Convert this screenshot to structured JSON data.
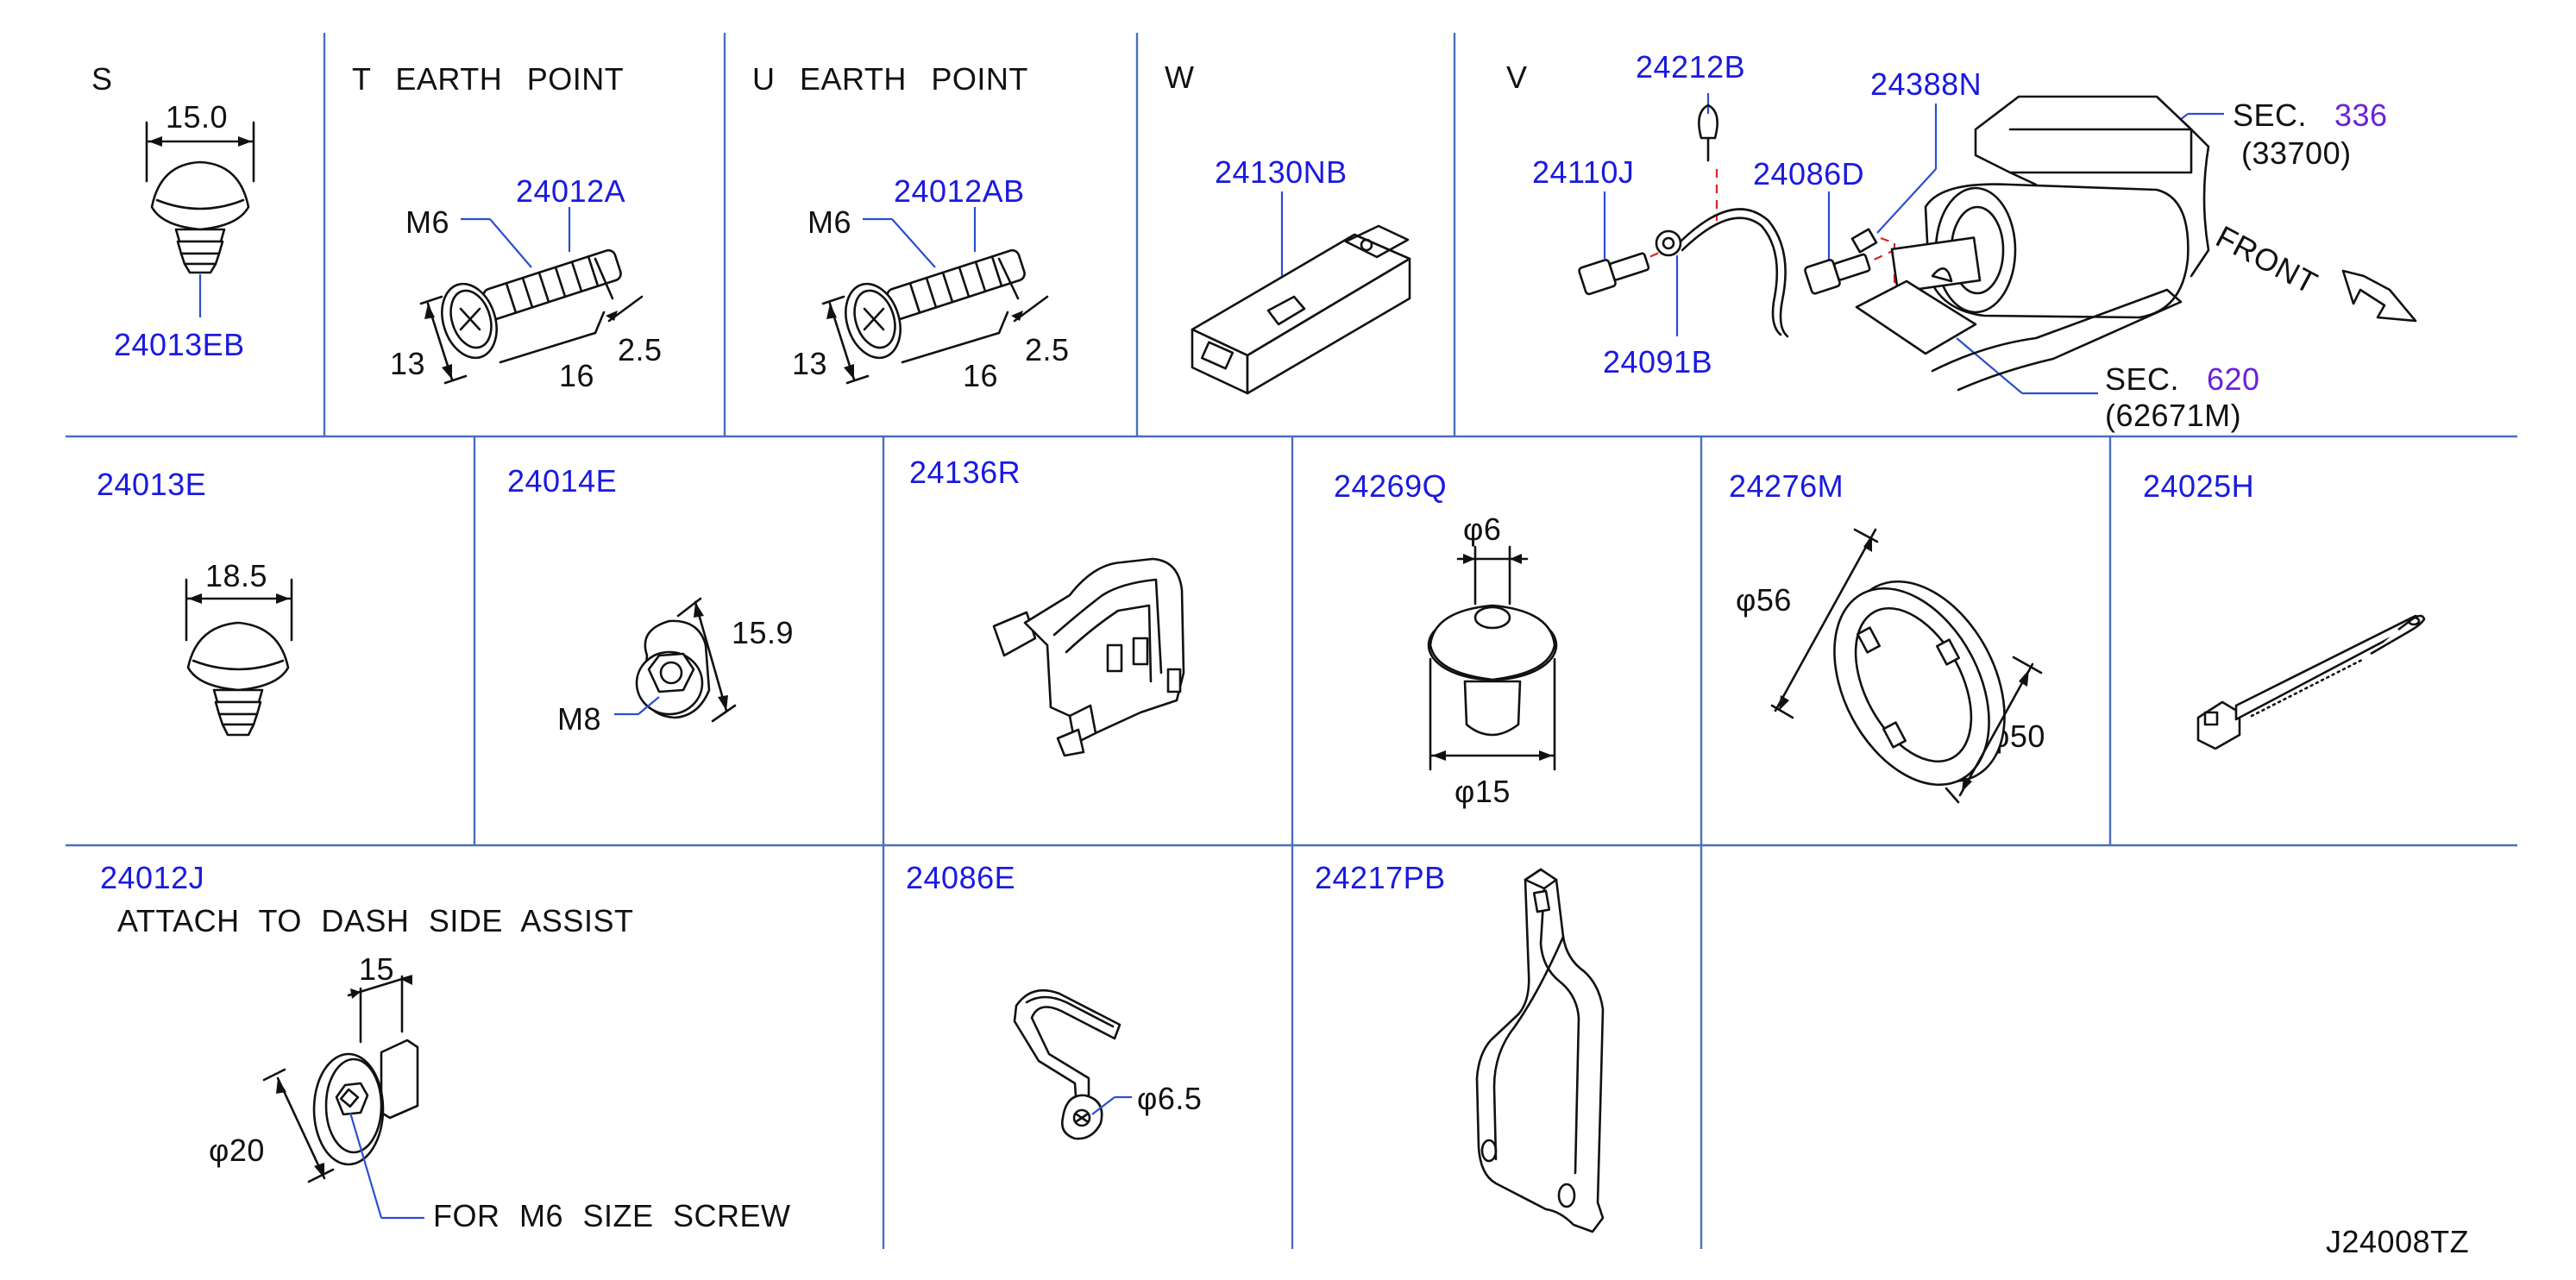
{
  "diagram_code": "J24008TZ",
  "row1": {
    "s": {
      "letter": "S",
      "dim_top": "15.0",
      "part": "24013EB"
    },
    "t": {
      "title": "T   EARTH   POINT",
      "bolt": "M6",
      "part": "24012A",
      "dim_a": "13",
      "dim_b": "16",
      "dim_c": "2.5"
    },
    "u": {
      "title": "U   EARTH   POINT",
      "bolt": "M6",
      "part": "24012AB",
      "dim_a": "13",
      "dim_b": "16",
      "dim_c": "2.5"
    },
    "w": {
      "letter": "W",
      "part": "24130NB"
    },
    "v": {
      "letter": "V",
      "parts": [
        "24212B",
        "24388N",
        "24110J",
        "24086D",
        "24091B"
      ],
      "sec1_label": "SEC.",
      "sec1_ref": "336",
      "sec1_sub": "(33700)",
      "sec2_label": "SEC.",
      "sec2_ref": "620",
      "sec2_sub": "(62671M)",
      "front": "FRONT"
    }
  },
  "row2": [
    {
      "part": "24013E",
      "dim": "18.5"
    },
    {
      "part": "24014E",
      "dim": "15.9",
      "bolt": "M8"
    },
    {
      "part": "24136R"
    },
    {
      "part": "24269Q",
      "dim_top": "φ6",
      "dim_bottom": "φ15"
    },
    {
      "part": "24276M",
      "dim_a": "φ56",
      "dim_b": "φ50"
    },
    {
      "part": "24025H"
    }
  ],
  "row3": {
    "a": {
      "part": "24012J",
      "note": "ATTACH  TO  DASH  SIDE  ASSIST",
      "dim_top": "15",
      "dim_side": "φ20",
      "callout": "FOR  M6  SIZE  SCREW"
    },
    "b": {
      "part": "24086E",
      "dim": "φ6.5"
    },
    "c": {
      "part": "24217PB"
    }
  }
}
